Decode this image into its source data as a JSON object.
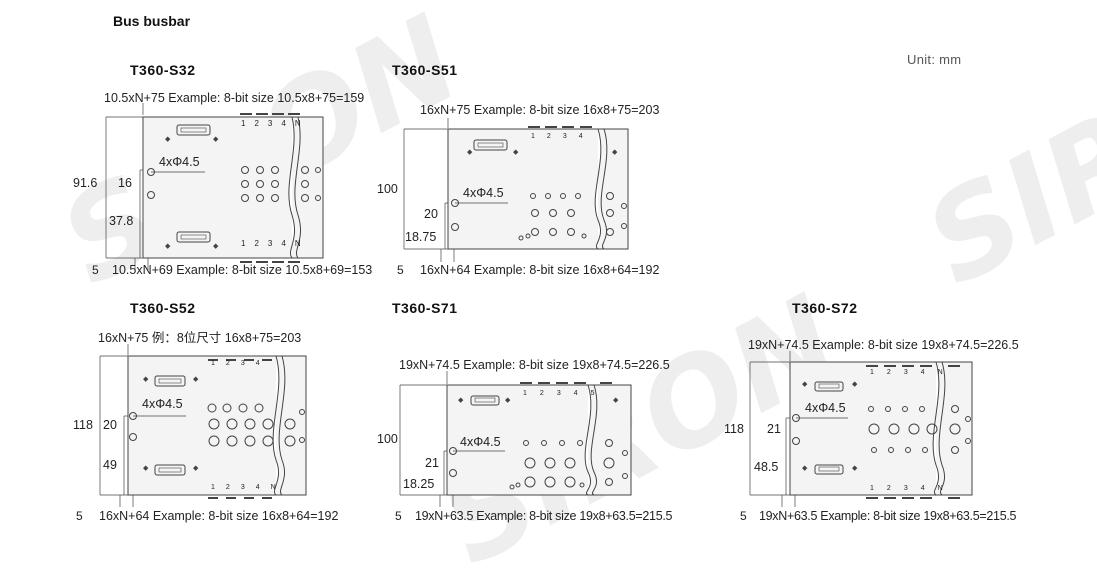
{
  "heading": "Bus busbar",
  "unit": "Unit: mm",
  "watermark": "SIRON",
  "colors": {
    "line": "#444444",
    "body_fill": "#f4f4f4",
    "watermark": "#cfcfcf"
  },
  "terminal_labels": [
    "1",
    "2",
    "3",
    "4",
    "N"
  ],
  "terminal_labels_5": [
    "1",
    "2",
    "3",
    "4",
    "5"
  ],
  "panels": {
    "s32": {
      "title": "T360-S32",
      "top_dim": "10.5xN+75  Example: 8-bit size  10.5x8+75=159",
      "bottom_dim": "10.5xN+69  Example: 8-bit size  10.5x8+69=153",
      "edge_offset": "5",
      "height_total": "91.6",
      "dim_upper": "16",
      "dim_lower": "37.8",
      "hole_label": "4xΦ4.5"
    },
    "s51": {
      "title": "T360-S51",
      "top_dim": "16xN+75  Example: 8-bit size  16x8+75=203",
      "bottom_dim": "16xN+64  Example: 8-bit size  16x8+64=192",
      "edge_offset": "5",
      "height_total": "100",
      "dim_upper": "20",
      "dim_lower": "18.75",
      "hole_label": "4xΦ4.5"
    },
    "s52": {
      "title": "T360-S52",
      "top_dim": "16xN+75  例：8位尺寸  16x8+75=203",
      "bottom_dim": "16xN+64  Example: 8-bit size  16x8+64=192",
      "edge_offset": "5",
      "height_total": "118",
      "dim_upper": "20",
      "dim_lower": "49",
      "hole_label": "4xΦ4.5"
    },
    "s71": {
      "title": "T360-S71",
      "top_dim": "19xN+74.5  Example: 8-bit size  19x8+74.5=226.5",
      "bottom_dim": "19xN+63.5  Example: 8-bit size  19x8+63.5=215.5",
      "edge_offset": "5",
      "height_total": "100",
      "dim_upper": "21",
      "dim_lower": "18.25",
      "hole_label": "4xΦ4.5"
    },
    "s72": {
      "title": "T360-S72",
      "top_dim": "19xN+74.5  Example: 8-bit size  19x8+74.5=226.5",
      "bottom_dim": "19xN+63.5  Example: 8-bit size  19x8+63.5=215.5",
      "edge_offset": "5",
      "height_total": "118",
      "dim_upper": "21",
      "dim_lower": "48.5",
      "hole_label": "4xΦ4.5"
    }
  }
}
